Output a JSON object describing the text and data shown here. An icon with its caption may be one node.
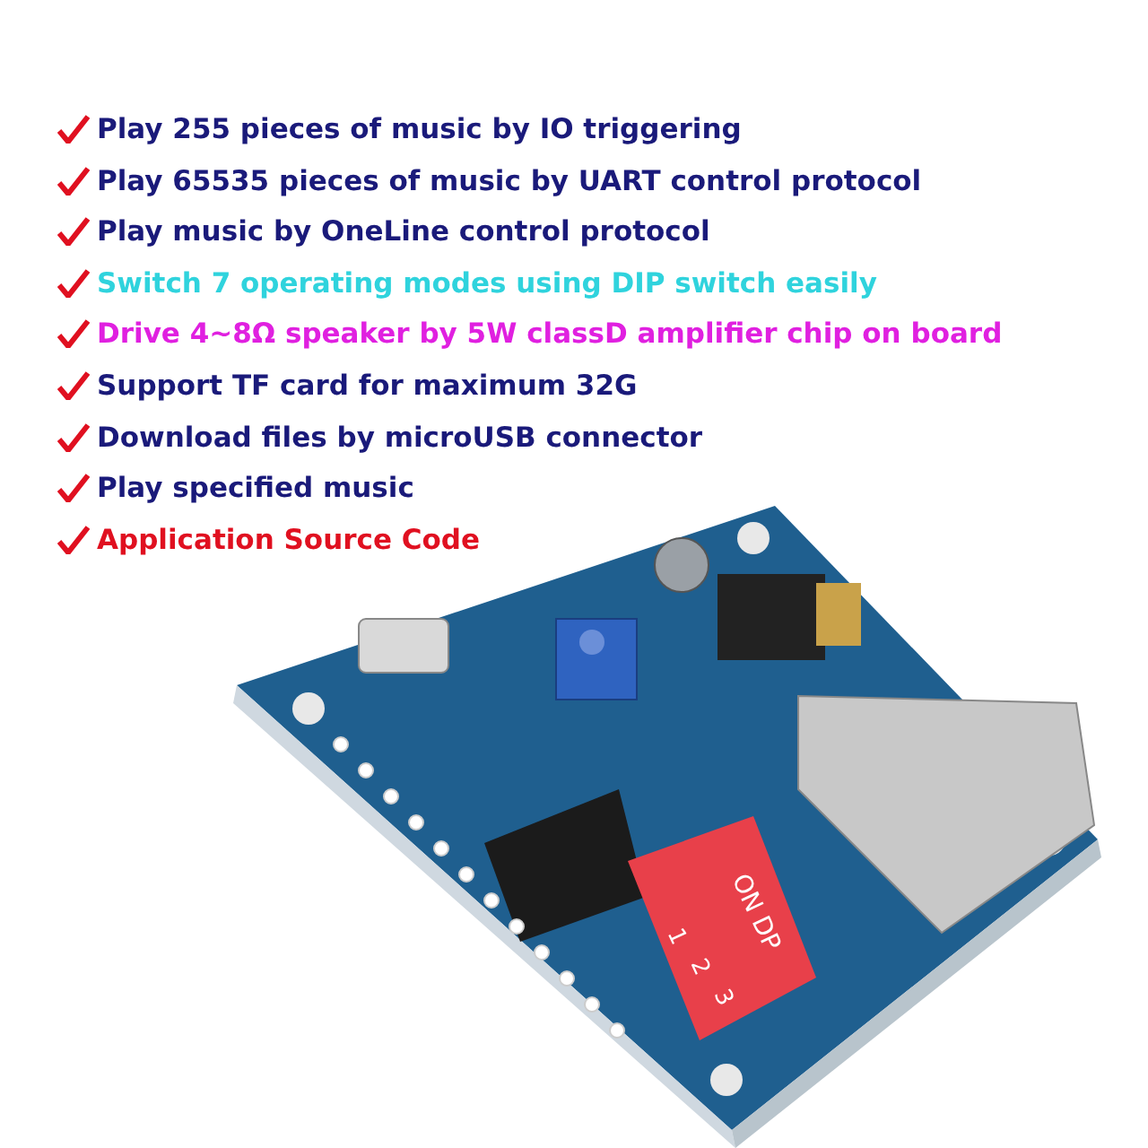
{
  "diagram": {
    "labels": [
      "Play 255 pieces of music by IO triggering",
      "Play 65535 pieces of music by UART control protocol",
      "Play music by OneLine control protocol",
      "Switch 7 operating modes using DIP switch easily",
      "Drive 4~8Ω speaker by 5W classD amplifier chip on board",
      "Support TF card for maximum 32G",
      "Download files by microUSB connector",
      "Play specified music",
      "Application Source Code",
      "ON DP",
      "1",
      "2",
      "3"
    ]
  }
}
